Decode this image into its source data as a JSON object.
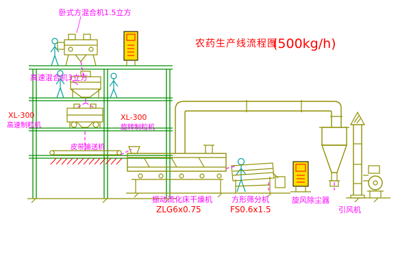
{
  "title": {
    "name": "农药生产线流程图",
    "capacity": "(500kg/h)"
  },
  "labels": {
    "horizontal_mixer": "卧式方混合机1.5立方",
    "high_speed_mixer": "高速混合机3立方",
    "granulator_left_model": "XL-300",
    "granulator_left_name": "高速制粒机",
    "granulator_right_model": "XL-300",
    "granulator_right_name": "旋转制粒机",
    "belt_conveyor": "皮带输送机",
    "dryer_name": "振动流化床干燥机",
    "dryer_model": "ZLG6x0.75",
    "sieve_name": "方形筛分机",
    "sieve_model": "FS0.6x1.5",
    "cyclone_name": "旋风除尘器",
    "fan_name": "引风机"
  },
  "colors": {
    "structure_green": "#009000",
    "equipment_olive": "#8f8f00",
    "flow_magenta": "#ff00ff",
    "annotation_red": "#ff0000",
    "person_cyan": "#00a0a0",
    "cabinet_yellow": "#ffdd00",
    "background": "#ffffff"
  }
}
